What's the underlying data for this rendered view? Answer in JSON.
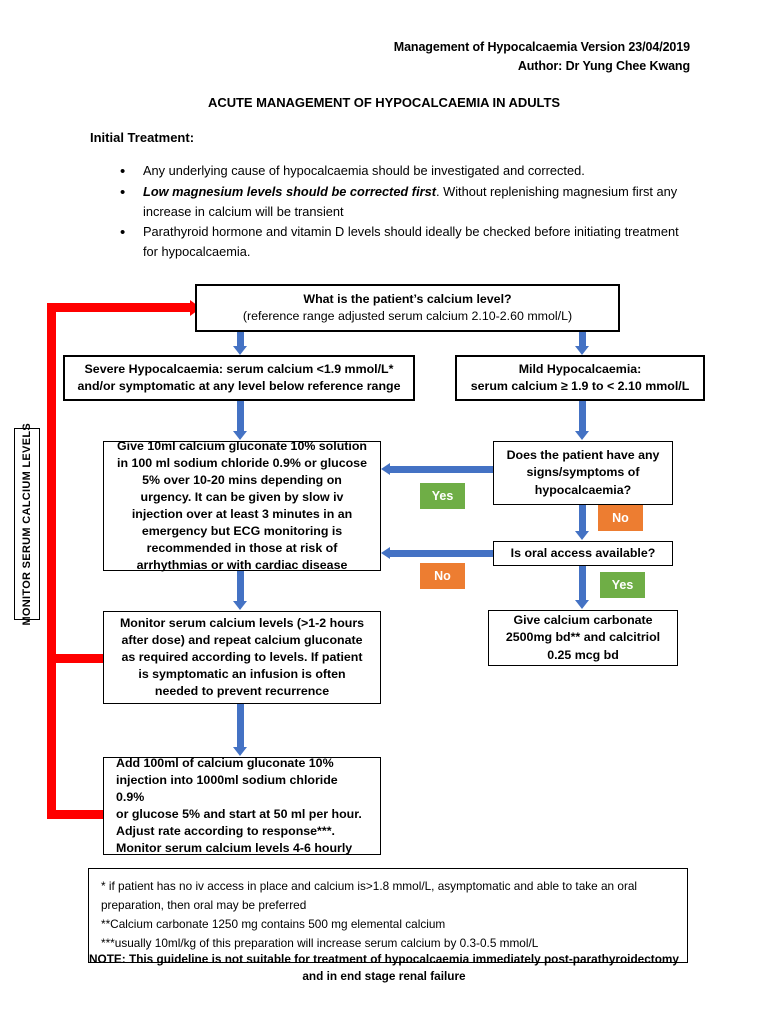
{
  "header": {
    "line1": "Management of Hypocalcaemia Version 23/04/2019",
    "line2": "Author: Dr Yung Chee Kwang"
  },
  "title": "ACUTE MANAGEMENT OF HYPOCALCAEMIA IN ADULTS",
  "initial_treatment": {
    "label": "Initial Treatment:",
    "bullets": [
      {
        "emphasis": "",
        "text": "Any underlying cause of hypocalcaemia should be investigated and corrected."
      },
      {
        "emphasis": "Low magnesium levels should be corrected first",
        "text": ". Without replenishing magnesium first any increase in calcium will be transient"
      },
      {
        "emphasis": "",
        "text": "Parathyroid hormone and vitamin D levels should ideally be checked before initiating treatment for hypocalcaemia."
      }
    ]
  },
  "flowchart": {
    "start": {
      "line1": "What is the patient’s calcium level?",
      "line2": "(reference range adjusted serum calcium 2.10-2.60 mmol/L)"
    },
    "severe": {
      "line1": "Severe Hypocalcaemia: serum calcium <1.9 mmol/L*",
      "line2": "and/or symptomatic at any level below reference range"
    },
    "mild": {
      "line1": "Mild Hypocalcaemia:",
      "line2": "serum calcium ≥ 1.9 to < 2.10 mmol/L"
    },
    "give_gluconate": "Give 10ml calcium gluconate 10% solution in 100 ml sodium chloride 0.9% or glucose 5% over 10-20 mins depending on urgency. It can be given by slow iv injection over at least 3 minutes in an emergency but ECG monitoring is recommended in those at risk of arrhythmias or with cardiac disease",
    "monitor_repeat": "Monitor serum calcium levels (>1-2 hours after dose) and repeat calcium gluconate as required according to levels. If patient is symptomatic an infusion is often needed to prevent recurrence",
    "add_infusion": {
      "l1": "Add 100ml of calcium gluconate 10%",
      "l2": "injection into 1000ml sodium chloride 0.9%",
      "l3": "or glucose 5% and start at 50 ml per hour.",
      "l4": "Adjust rate according to response***.",
      "l5": "Monitor serum calcium levels 4-6 hourly"
    },
    "signs_question": {
      "l1": "Does the patient have any",
      "l2": "signs/symptoms of",
      "l3": "hypocalcaemia?"
    },
    "oral_question": "Is oral access available?",
    "give_carbonate": {
      "l1": "Give calcium carbonate",
      "l2": "2500mg bd** and calcitriol",
      "l3": "0.25 mcg bd"
    },
    "badges": {
      "signs_yes": "Yes",
      "signs_no": "No",
      "oral_no": "No",
      "oral_yes": "Yes"
    },
    "monitor_sidebar": "MONITOR SERUM CALCIUM  LEVELS"
  },
  "footnotes": {
    "l1": "* if patient has no iv access in place and calcium is>1.8 mmol/L, asymptomatic and able to take an oral preparation, then oral may be preferred",
    "l2": "**Calcium carbonate 1250 mg contains 500 mg elemental calcium",
    "l3": "***usually 10ml/kg of this preparation will increase serum calcium by 0.3-0.5 mmol/L"
  },
  "note": {
    "l1": "NOTE: This guideline is not suitable for treatment of hypocalcaemia immediately post-parathyroidectomy",
    "l2": "and in end stage renal failure"
  },
  "colors": {
    "arrow_blue": "#4472C4",
    "badge_green": "#6FAE46",
    "badge_orange": "#ED7D31",
    "feedback_red": "#FF0000"
  }
}
